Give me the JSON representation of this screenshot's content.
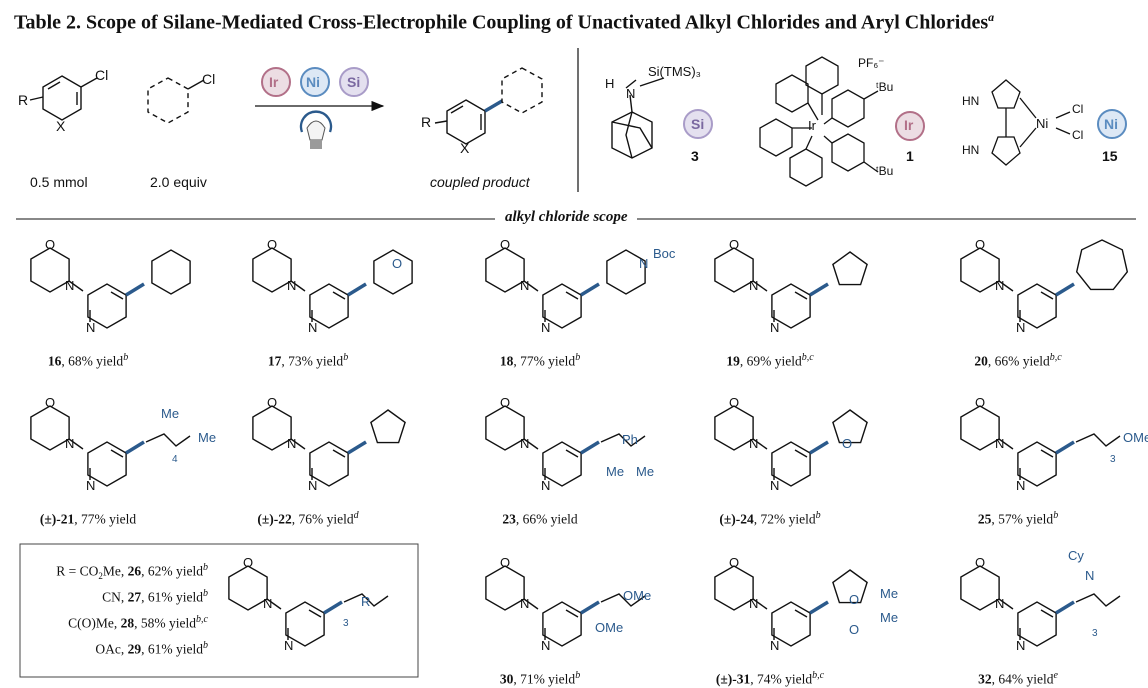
{
  "title": {
    "text": "Table 2. Scope of Silane-Mediated Cross-Electrophile Coupling of Unactivated Alkyl Chlorides and Aryl Chlorides",
    "sup": "a"
  },
  "scheme": {
    "aryl_amount": "0.5 mmol",
    "alkyl_amount": "2.0 equiv",
    "product_label": "coupled product",
    "badges": {
      "ir": "Ir",
      "ni": "Ni",
      "si": "Si"
    },
    "atoms": {
      "cl": "Cl",
      "r": "R",
      "x": "X",
      "n": "N",
      "h": "H",
      "si_tms": "Si(TMS)₃",
      "pf6": "PF₆⁻",
      "tbu": "ᵗBu",
      "hn": "HN",
      "ni": "Ni",
      "ir": "Ir"
    },
    "compound_numbers": {
      "silane": "3",
      "photocat": "1",
      "nicat": "15"
    }
  },
  "section_title": "alkyl chloride scope",
  "entries": [
    {
      "num": "16",
      "text": ", 68% yield",
      "sup": "b"
    },
    {
      "num": "17",
      "text": ", 73% yield",
      "sup": "b"
    },
    {
      "num": "18",
      "text": ", 77% yield",
      "sup": "b"
    },
    {
      "num": "19",
      "text": ", 69% yield",
      "sup": "b,c"
    },
    {
      "num": "20",
      "text": ", 66% yield",
      "sup": "b,c"
    },
    {
      "num": "(±)-21",
      "text": ", 77% yield",
      "sup": ""
    },
    {
      "num": "(±)-22",
      "text": ", 76% yield",
      "sup": "d"
    },
    {
      "num": "23",
      "text": ", 66% yield",
      "sup": ""
    },
    {
      "num": "(±)-24",
      "text": ", 72% yield",
      "sup": "b"
    },
    {
      "num": "25",
      "text": ", 57% yield",
      "sup": "b"
    },
    {
      "num": "30",
      "text": ", 71% yield",
      "sup": "b"
    },
    {
      "num": "(±)-31",
      "text": ", 74% yield",
      "sup": "b,c"
    },
    {
      "num": "32",
      "text": ", 64% yield",
      "sup": "e"
    }
  ],
  "box_entries": [
    {
      "prefix": "R = CO",
      "sub": "2",
      "rest": "Me, ",
      "num": "26",
      "text": ", 62% yield",
      "sup": "b"
    },
    {
      "prefix": "CN, ",
      "sub": "",
      "rest": "",
      "num": "27",
      "text": ", 61% yield",
      "sup": "b"
    },
    {
      "prefix": "C(O)Me, ",
      "sub": "",
      "rest": "",
      "num": "28",
      "text": ", 58% yield",
      "sup": "b,c"
    },
    {
      "prefix": "OAc, ",
      "sub": "",
      "rest": "",
      "num": "29",
      "text": ", 61% yield",
      "sup": "b"
    }
  ],
  "substituents": {
    "boc": "Boc",
    "o": "O",
    "me": "Me",
    "ph": "Ph",
    "ome": "OMe",
    "cy": "Cy",
    "sub4": "4",
    "sub3": "3",
    "r": "R"
  },
  "colors": {
    "blue": "#2b5a8c",
    "ir": "#b27088",
    "ni": "#5b8cc0",
    "si": "#7a68a0",
    "black": "#111111"
  }
}
